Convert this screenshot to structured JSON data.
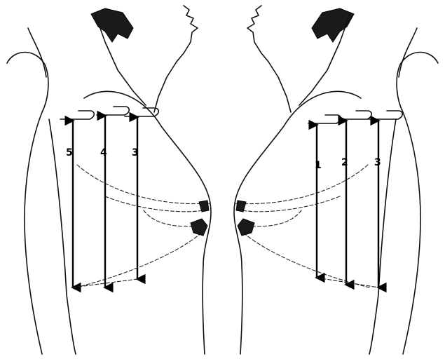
{
  "figures": {
    "left": {
      "measurement_labels": [
        "5",
        "4",
        "3"
      ]
    },
    "right": {
      "measurement_labels": [
        "1",
        "2",
        "3"
      ]
    }
  },
  "colors": {
    "line": "#111111",
    "background": "#ffffff"
  }
}
